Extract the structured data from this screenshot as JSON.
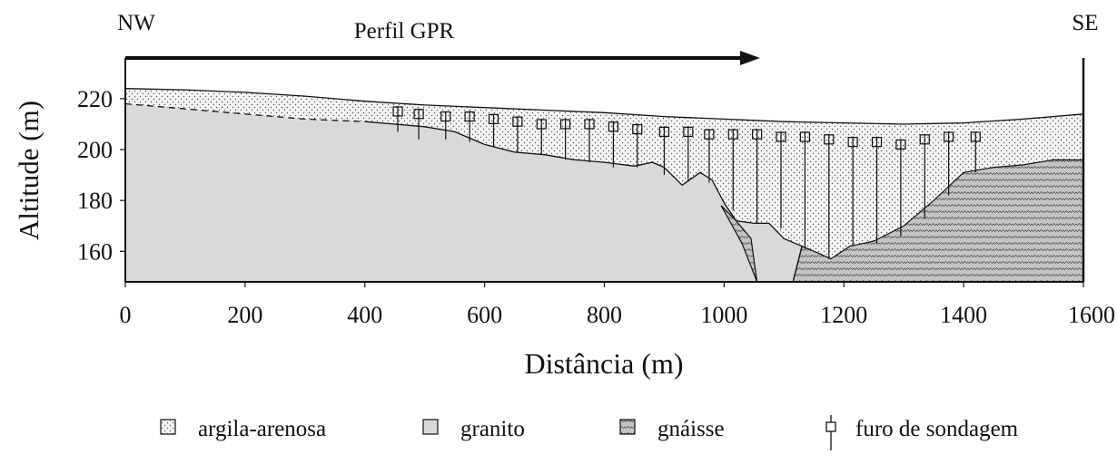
{
  "chart_data": {
    "type": "cross-section",
    "left_label": "NW",
    "right_label": "SE",
    "profile_label": "Perfil GPR",
    "profile_extent": [
      0,
      1060
    ],
    "xlabel": "Distância (m)",
    "ylabel": "Altitude (m)",
    "xlim": [
      0,
      1600
    ],
    "ylim": [
      148,
      236
    ],
    "x_ticks": [
      "0",
      "200",
      "400",
      "600",
      "800",
      "1000",
      "1200",
      "1400",
      "1600"
    ],
    "y_ticks": [
      "160",
      "180",
      "200",
      "220"
    ],
    "surface": [
      [
        0,
        224
      ],
      [
        100,
        223.5
      ],
      [
        200,
        222.5
      ],
      [
        300,
        221
      ],
      [
        400,
        219
      ],
      [
        500,
        217.5
      ],
      [
        600,
        216.5
      ],
      [
        700,
        215.5
      ],
      [
        800,
        214.5
      ],
      [
        900,
        213
      ],
      [
        1000,
        212
      ],
      [
        1100,
        211
      ],
      [
        1200,
        210.5
      ],
      [
        1300,
        210
      ],
      [
        1400,
        210.5
      ],
      [
        1500,
        212
      ],
      [
        1600,
        214
      ]
    ],
    "granite_top": [
      [
        0,
        218
      ],
      [
        100,
        216
      ],
      [
        200,
        214
      ],
      [
        300,
        212
      ],
      [
        400,
        211
      ],
      [
        450,
        210
      ],
      [
        500,
        209
      ],
      [
        550,
        207
      ],
      [
        600,
        202
      ],
      [
        650,
        199
      ],
      [
        700,
        198
      ],
      [
        750,
        196
      ],
      [
        800,
        195
      ],
      [
        850,
        193.5
      ],
      [
        880,
        195
      ],
      [
        900,
        193
      ],
      [
        930,
        186
      ],
      [
        960,
        191
      ],
      [
        980,
        188
      ],
      [
        1000,
        179
      ],
      [
        1020,
        172
      ],
      [
        1050,
        171
      ],
      [
        1075,
        171
      ],
      [
        1100,
        165
      ],
      [
        1130,
        162
      ]
    ],
    "granite_bottom": [
      [
        1055,
        148
      ],
      [
        1115,
        148
      ]
    ],
    "gneiss_wedge": [
      [
        995,
        178
      ],
      [
        1030,
        163
      ],
      [
        1055,
        148
      ]
    ],
    "gneiss_top": [
      [
        1130,
        162
      ],
      [
        1160,
        159
      ],
      [
        1178,
        157
      ],
      [
        1210,
        162
      ],
      [
        1250,
        164
      ],
      [
        1300,
        170
      ],
      [
        1350,
        180
      ],
      [
        1400,
        191
      ],
      [
        1450,
        193
      ],
      [
        1500,
        194
      ],
      [
        1550,
        196
      ],
      [
        1600,
        196
      ]
    ],
    "boreholes": [
      {
        "x": 455,
        "top": 215,
        "bottom": 207
      },
      {
        "x": 490,
        "top": 214,
        "bottom": 204
      },
      {
        "x": 535,
        "top": 213,
        "bottom": 204
      },
      {
        "x": 575,
        "top": 213,
        "bottom": 203
      },
      {
        "x": 615,
        "top": 212,
        "bottom": 201
      },
      {
        "x": 655,
        "top": 211,
        "bottom": 199
      },
      {
        "x": 695,
        "top": 210,
        "bottom": 198
      },
      {
        "x": 735,
        "top": 210,
        "bottom": 196
      },
      {
        "x": 775,
        "top": 210,
        "bottom": 195
      },
      {
        "x": 815,
        "top": 209,
        "bottom": 193
      },
      {
        "x": 855,
        "top": 208,
        "bottom": 193
      },
      {
        "x": 900,
        "top": 207,
        "bottom": 190
      },
      {
        "x": 940,
        "top": 207,
        "bottom": 188
      },
      {
        "x": 975,
        "top": 206,
        "bottom": 187
      },
      {
        "x": 1015,
        "top": 206,
        "bottom": 176
      },
      {
        "x": 1055,
        "top": 206,
        "bottom": 171
      },
      {
        "x": 1095,
        "top": 205,
        "bottom": 169
      },
      {
        "x": 1135,
        "top": 205,
        "bottom": 161
      },
      {
        "x": 1175,
        "top": 204,
        "bottom": 157
      },
      {
        "x": 1215,
        "top": 203,
        "bottom": 162
      },
      {
        "x": 1255,
        "top": 203,
        "bottom": 163
      },
      {
        "x": 1295,
        "top": 202,
        "bottom": 166
      },
      {
        "x": 1335,
        "top": 204,
        "bottom": 173
      },
      {
        "x": 1375,
        "top": 205,
        "bottom": 182
      },
      {
        "x": 1420,
        "top": 205,
        "bottom": 191
      }
    ],
    "legend": [
      {
        "label": "argila-arenosa",
        "pattern": "dots",
        "color": "#f3f3f3"
      },
      {
        "label": "granito",
        "pattern": "solid",
        "color": "#d9d9d9"
      },
      {
        "label": "gnáisse",
        "pattern": "hatch",
        "color": "#bdbdbd"
      },
      {
        "label": "furo de sondagem",
        "pattern": "borehole",
        "color": "#111111"
      }
    ]
  }
}
